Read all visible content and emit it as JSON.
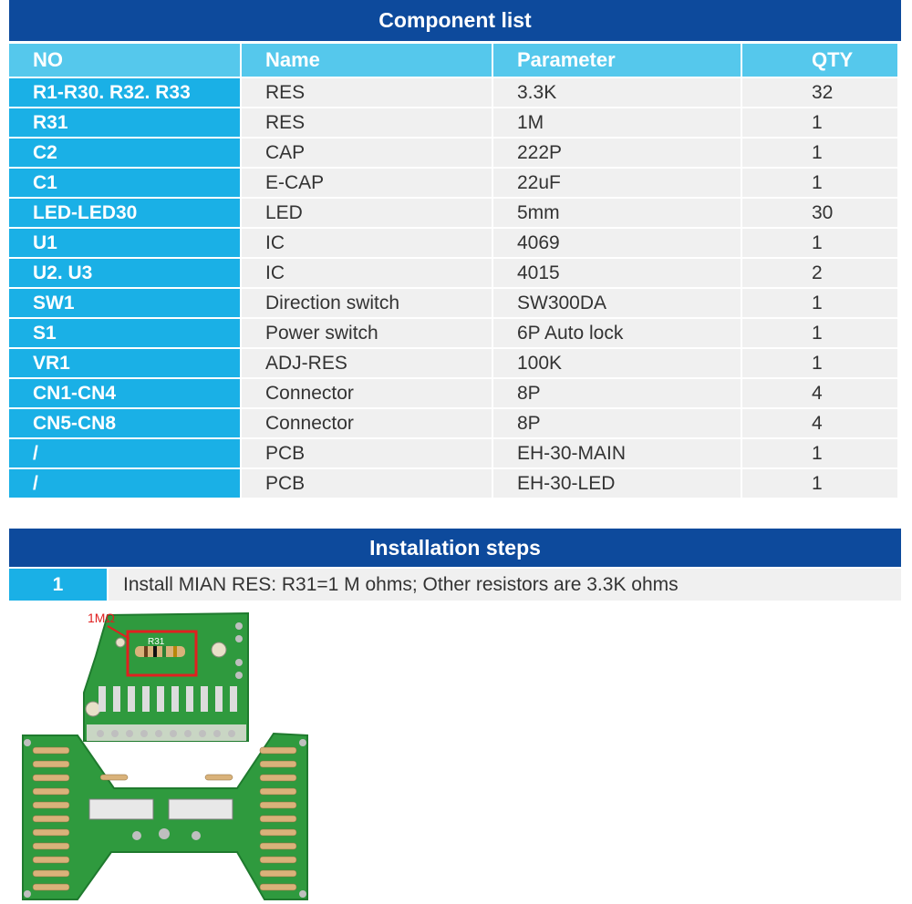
{
  "component_list": {
    "title": "Component list",
    "headers": [
      "NO",
      "Name",
      "Parameter",
      "QTY"
    ],
    "rows": [
      {
        "no": "R1-R30. R32. R33",
        "name": "RES",
        "parameter": "3.3K",
        "qty": "32"
      },
      {
        "no": "R31",
        "name": "RES",
        "parameter": "1M",
        "qty": "1"
      },
      {
        "no": "C2",
        "name": "CAP",
        "parameter": "222P",
        "qty": "1"
      },
      {
        "no": "C1",
        "name": "E-CAP",
        "parameter": "22uF",
        "qty": "1"
      },
      {
        "no": "LED-LED30",
        "name": "LED",
        "parameter": "5mm",
        "qty": "30"
      },
      {
        "no": "U1",
        "name": "IC",
        "parameter": "4069",
        "qty": "1"
      },
      {
        "no": "U2. U3",
        "name": "IC",
        "parameter": "4015",
        "qty": "2"
      },
      {
        "no": "SW1",
        "name": "Direction switch",
        "parameter": "SW300DA",
        "qty": "1"
      },
      {
        "no": "S1",
        "name": "Power switch",
        "parameter": "6P Auto lock",
        "qty": "1"
      },
      {
        "no": "VR1",
        "name": "ADJ-RES",
        "parameter": "100K",
        "qty": "1"
      },
      {
        "no": "CN1-CN4",
        "name": "Connector",
        "parameter": "8P",
        "qty": "4"
      },
      {
        "no": "CN5-CN8",
        "name": "Connector",
        "parameter": "8P",
        "qty": "4"
      },
      {
        "no": "/",
        "name": "PCB",
        "parameter": "EH-30-MAIN",
        "qty": "1"
      },
      {
        "no": "/",
        "name": "PCB",
        "parameter": "EH-30-LED",
        "qty": "1"
      }
    ]
  },
  "installation": {
    "title": "Installation steps",
    "step_number": "1",
    "step_text": "Install MIAN RES: R31=1 M ohms; Other resistors are 3.3K ohms"
  },
  "photo": {
    "callout_label": "1MΩ",
    "resistor_label": "R31"
  },
  "colors": {
    "banner": "#0d4a9c",
    "header": "#55c8ec",
    "no_cell": "#1ab0e6",
    "cell": "#f0f0f0",
    "pcb": "#2f9a3e"
  }
}
